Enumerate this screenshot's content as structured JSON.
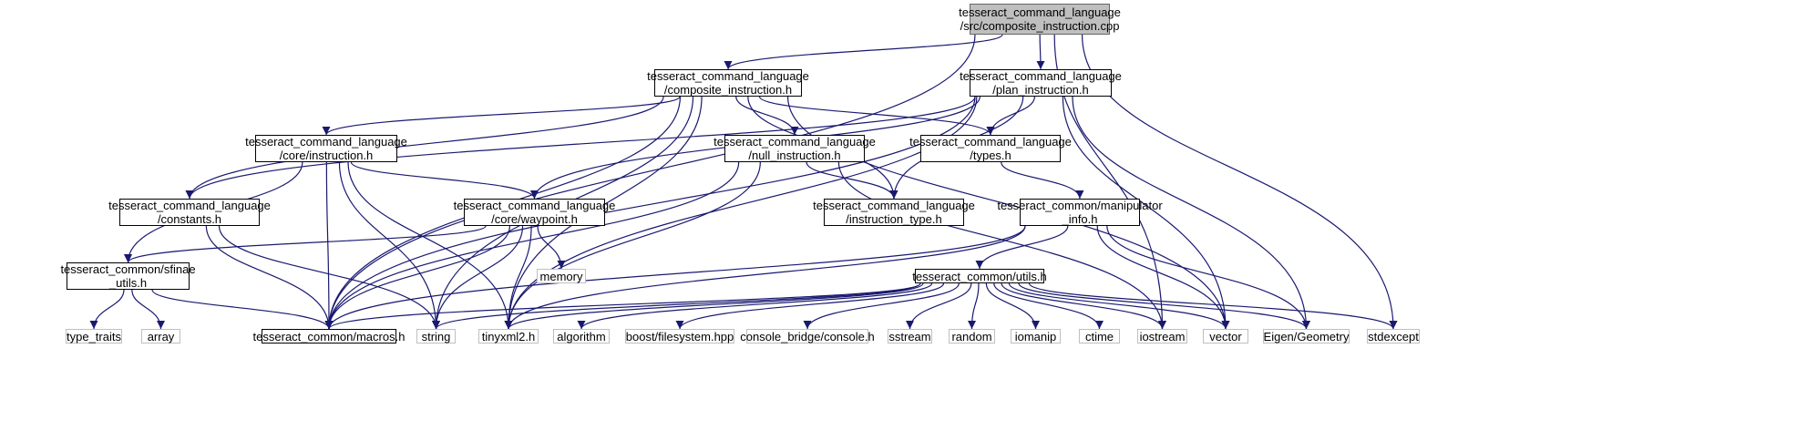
{
  "colors": {
    "edge": "#191970",
    "node_border": "#000000",
    "external_border": "#bfbfbf",
    "root_fill": "#bfbfbf"
  },
  "nodes": {
    "root": {
      "line1": "tesseract_command_language",
      "line2": "/src/composite_instruction.cpp"
    },
    "composite": {
      "line1": "tesseract_command_language",
      "line2": "/composite_instruction.h"
    },
    "plan": {
      "line1": "tesseract_command_language",
      "line2": "/plan_instruction.h"
    },
    "core_instr": {
      "line1": "tesseract_command_language",
      "line2": "/core/instruction.h"
    },
    "null_instr": {
      "line1": "tesseract_command_language",
      "line2": "/null_instruction.h"
    },
    "types": {
      "line1": "tesseract_command_language",
      "line2": "/types.h"
    },
    "constants": {
      "line1": "tesseract_command_language",
      "line2": "/constants.h"
    },
    "waypoint": {
      "line1": "tesseract_command_language",
      "line2": "/core/waypoint.h"
    },
    "instr_type": {
      "line1": "tesseract_command_language",
      "line2": "/instruction_type.h"
    },
    "manip": {
      "line1": "tesseract_common/manipulator",
      "line2": "_info.h"
    },
    "sfinae": {
      "line1": "tesseract_common/sfinae",
      "line2": "_utils.h"
    },
    "utils": {
      "line1": "tesseract_common/utils.h"
    },
    "macros": {
      "line1": "tesseract_common/macros.h"
    },
    "memory": {
      "line1": "memory"
    },
    "type_traits": {
      "line1": "type_traits"
    },
    "array": {
      "line1": "array"
    },
    "string": {
      "line1": "string"
    },
    "tinyxml2": {
      "line1": "tinyxml2.h"
    },
    "algorithm": {
      "line1": "algorithm"
    },
    "boost_fs": {
      "line1": "boost/filesystem.hpp"
    },
    "console": {
      "line1": "console_bridge/console.h"
    },
    "sstream": {
      "line1": "sstream"
    },
    "random": {
      "line1": "random"
    },
    "iomanip": {
      "line1": "iomanip"
    },
    "ctime": {
      "line1": "ctime"
    },
    "iostream": {
      "line1": "iostream"
    },
    "vector": {
      "line1": "vector"
    },
    "eigen": {
      "line1": "Eigen/Geometry"
    },
    "stdexcept": {
      "line1": "stdexcept"
    }
  },
  "edges": [
    [
      "root",
      "composite"
    ],
    [
      "root",
      "plan"
    ],
    [
      "root",
      "macros"
    ],
    [
      "root",
      "iostream"
    ],
    [
      "root",
      "stdexcept"
    ],
    [
      "composite",
      "core_instr"
    ],
    [
      "composite",
      "null_instr"
    ],
    [
      "composite",
      "types"
    ],
    [
      "composite",
      "constants"
    ],
    [
      "composite",
      "instr_type"
    ],
    [
      "composite",
      "macros"
    ],
    [
      "composite",
      "string"
    ],
    [
      "composite",
      "tinyxml2"
    ],
    [
      "composite",
      "vector"
    ],
    [
      "plan",
      "types"
    ],
    [
      "plan",
      "waypoint"
    ],
    [
      "plan",
      "constants"
    ],
    [
      "plan",
      "instr_type"
    ],
    [
      "plan",
      "macros"
    ],
    [
      "plan",
      "tinyxml2"
    ],
    [
      "plan",
      "vector"
    ],
    [
      "plan",
      "eigen"
    ],
    [
      "core_instr",
      "waypoint"
    ],
    [
      "core_instr",
      "sfinae"
    ],
    [
      "core_instr",
      "macros"
    ],
    [
      "core_instr",
      "string"
    ],
    [
      "core_instr",
      "tinyxml2"
    ],
    [
      "null_instr",
      "instr_type"
    ],
    [
      "null_instr",
      "macros"
    ],
    [
      "null_instr",
      "tinyxml2"
    ],
    [
      "null_instr",
      "iostream"
    ],
    [
      "types",
      "manip"
    ],
    [
      "constants",
      "macros"
    ],
    [
      "constants",
      "string"
    ],
    [
      "waypoint",
      "sfinae"
    ],
    [
      "waypoint",
      "memory"
    ],
    [
      "waypoint",
      "macros"
    ],
    [
      "waypoint",
      "string"
    ],
    [
      "waypoint",
      "tinyxml2"
    ],
    [
      "manip",
      "utils"
    ],
    [
      "manip",
      "vector"
    ],
    [
      "manip",
      "eigen"
    ],
    [
      "manip",
      "macros"
    ],
    [
      "manip",
      "tinyxml2"
    ],
    [
      "sfinae",
      "type_traits"
    ],
    [
      "sfinae",
      "array"
    ],
    [
      "sfinae",
      "macros"
    ],
    [
      "utils",
      "macros"
    ],
    [
      "utils",
      "string"
    ],
    [
      "utils",
      "tinyxml2"
    ],
    [
      "utils",
      "algorithm"
    ],
    [
      "utils",
      "boost_fs"
    ],
    [
      "utils",
      "console"
    ],
    [
      "utils",
      "sstream"
    ],
    [
      "utils",
      "random"
    ],
    [
      "utils",
      "iomanip"
    ],
    [
      "utils",
      "ctime"
    ],
    [
      "utils",
      "iostream"
    ],
    [
      "utils",
      "vector"
    ],
    [
      "utils",
      "eigen"
    ],
    [
      "utils",
      "stdexcept"
    ]
  ]
}
